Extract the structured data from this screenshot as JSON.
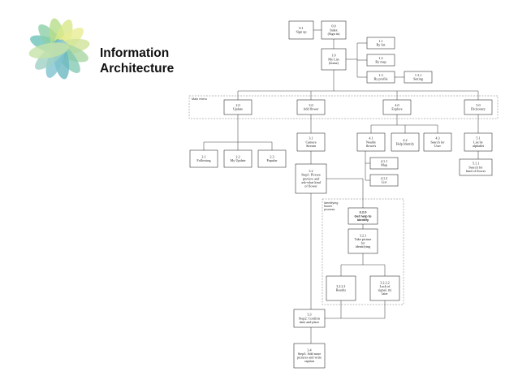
{
  "title": [
    "Information",
    "Architecture"
  ],
  "diagram": {
    "main_menu_label": "Main menu",
    "identifying_label": [
      "Identifying",
      "flower",
      "process"
    ],
    "nodes": [
      {
        "id": "n01",
        "lines": [
          "0.1",
          "Sign up"
        ]
      },
      {
        "id": "n00",
        "lines": [
          "0.0",
          "Index",
          "(Sign in)"
        ]
      },
      {
        "id": "n10",
        "lines": [
          "1.0",
          "My List",
          "(home)"
        ]
      },
      {
        "id": "n11",
        "lines": [
          "1.1",
          "By list"
        ]
      },
      {
        "id": "n12",
        "lines": [
          "1.2",
          "By map"
        ]
      },
      {
        "id": "n13",
        "lines": [
          "1.3",
          "By profile"
        ]
      },
      {
        "id": "n131",
        "lines": [
          "1.3.1",
          "Setting"
        ]
      },
      {
        "id": "n20",
        "lines": [
          "2.0",
          "Update"
        ]
      },
      {
        "id": "n30",
        "lines": [
          "3.0",
          "Add flower"
        ]
      },
      {
        "id": "n40",
        "lines": [
          "4.0",
          "Explore"
        ]
      },
      {
        "id": "n50",
        "lines": [
          "5.0",
          "Dictionary"
        ]
      },
      {
        "id": "n21",
        "lines": [
          "2.1",
          "Following"
        ]
      },
      {
        "id": "n22",
        "lines": [
          "2.2",
          "My Update"
        ]
      },
      {
        "id": "n23",
        "lines": [
          "2.3",
          "Popular"
        ]
      },
      {
        "id": "n31",
        "lines": [
          "3.1",
          "Camera",
          "Stream"
        ]
      },
      {
        "id": "n32",
        "lines": [
          "3.2",
          "Step1: Picture",
          "preview and",
          "ask-what kind",
          "of flower"
        ]
      },
      {
        "id": "n41",
        "lines": [
          "4.1",
          "Nearby",
          "flowers"
        ]
      },
      {
        "id": "n42",
        "lines": [
          "4.2",
          "Help Identify"
        ]
      },
      {
        "id": "n43",
        "lines": [
          "4.3",
          "Search for",
          "User"
        ]
      },
      {
        "id": "n51",
        "lines": [
          "5.1",
          "List by",
          "alphabet"
        ]
      },
      {
        "id": "n411",
        "lines": [
          "4.1.1",
          "Map"
        ]
      },
      {
        "id": "n412",
        "lines": [
          "4.1.2",
          "List"
        ]
      },
      {
        "id": "n511",
        "lines": [
          "5.1.1",
          "Search for",
          "kind of flower"
        ]
      },
      {
        "id": "n320",
        "lines": [
          "3.2.0",
          "Get help to",
          "identify"
        ]
      },
      {
        "id": "n321",
        "lines": [
          "3.2.1",
          "Take picture",
          "for",
          "identifying"
        ]
      },
      {
        "id": "n3221",
        "lines": [
          "3.2.2.1",
          "Results"
        ]
      },
      {
        "id": "n3222",
        "lines": [
          "3.2.2.2",
          "Lack of",
          "signal, try",
          "later"
        ]
      },
      {
        "id": "n33",
        "lines": [
          "3.3",
          "Step2: Confirm",
          "time and place"
        ]
      },
      {
        "id": "n34",
        "lines": [
          "3.4",
          "Step3: Add more",
          "pictures and write",
          "caption"
        ]
      }
    ]
  }
}
